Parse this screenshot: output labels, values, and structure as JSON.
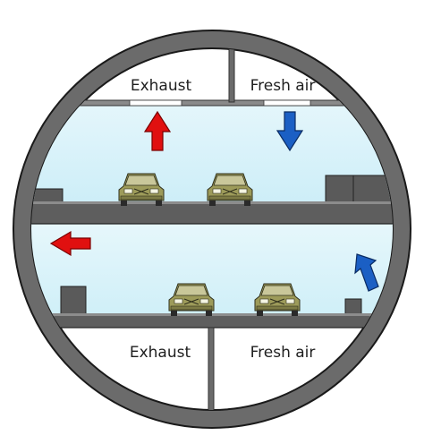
{
  "labels": {
    "upper_left": "Exhaust",
    "upper_right": "Fresh air",
    "lower_left": "Exhaust",
    "lower_right": "Fresh air"
  },
  "colors": {
    "ring": "#6b6b6b",
    "air": "#dcf3fa",
    "deck": "#5e5e5e",
    "exhaust_arrow": "#e01010",
    "fresh_arrow": "#1b5fc4",
    "car_body": "#9d9b5a"
  },
  "icons": {
    "exhaust_up": "up-arrow-icon",
    "fresh_down": "down-arrow-icon",
    "exhaust_left": "left-arrow-icon",
    "fresh_diag": "diagonal-arrow-icon",
    "car": "car-icon"
  }
}
